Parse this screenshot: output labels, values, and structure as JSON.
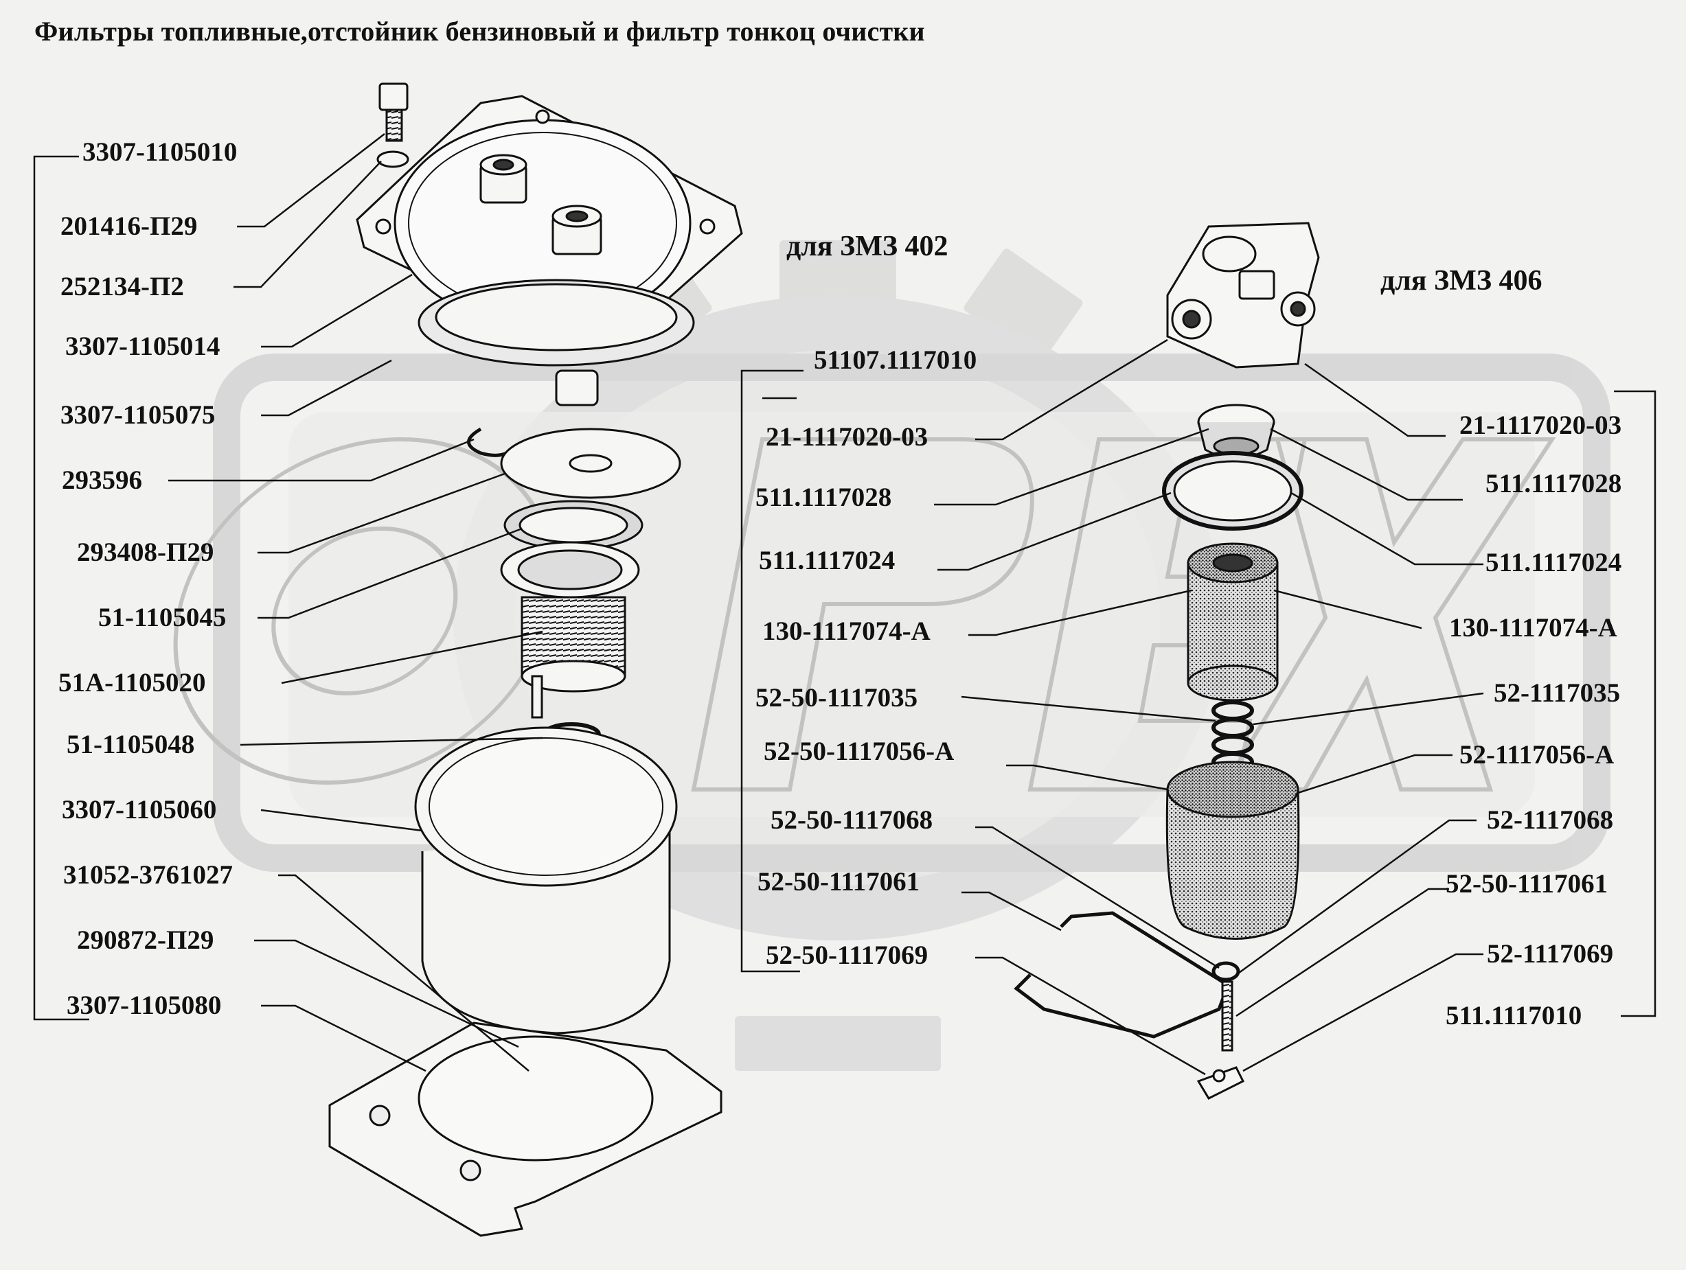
{
  "title": "Фильтры топливные,отстойник бензиновый и фильтр тонкоц очистки",
  "headings": {
    "zmz402": "для ЗМЗ 402",
    "zmz406": "для ЗМЗ 406"
  },
  "watermark": "OPEX",
  "left_assembly": {
    "group": "3307-1105010",
    "parts": [
      "201416-П29",
      "252134-П2",
      "3307-1105014",
      "3307-1105075",
      "293596",
      "293408-П29",
      "51-1105045",
      "51А-1105020",
      "51-1105048",
      "3307-1105060",
      "31052-3761027",
      "290872-П29",
      "3307-1105080"
    ]
  },
  "zmz402_assembly": {
    "group": "51107.1117010",
    "parts": [
      "21-1117020-03",
      "511.1117028",
      "511.1117024",
      "130-1117074-А",
      "52-50-1117035",
      "52-50-1117056-А",
      "52-50-1117068",
      "52-50-1117061",
      "52-50-1117069"
    ]
  },
  "zmz406_assembly": {
    "group": "511.1117010",
    "parts": [
      "21-1117020-03",
      "511.1117028",
      "511.1117024",
      "130-1117074-А",
      "52-1117035",
      "52-1117056-А",
      "52-1117068",
      "52-50-1117061",
      "52-1117069"
    ]
  }
}
